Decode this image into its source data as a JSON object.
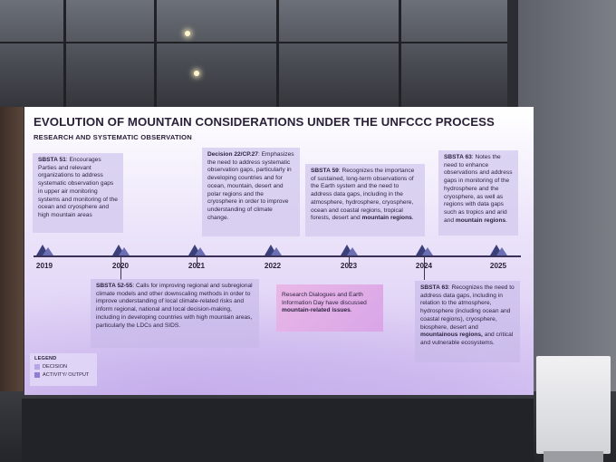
{
  "slide": {
    "title": "EVOLUTION OF MOUNTAIN CONSIDERATIONS UNDER THE UNFCCC PROCESS",
    "subtitle": "RESEARCH AND SYSTEMATIC OBSERVATION"
  },
  "years": [
    "2019",
    "2020",
    "2021",
    "2022",
    "2023",
    "2024",
    "2025"
  ],
  "top_cards": [
    {
      "label": "SBSTA 51",
      "text": ": Encourages Parties and relevant organizations to address systematic observation gaps in upper air monitoring systems and monitoring of the ocean and cryosphere and high mountain areas"
    },
    {
      "label": "Decision 22/CP.27",
      "text": ": Emphasizes the need to address systematic observation gaps, particularly in developing countries and for ocean, mountain, desert and polar regions and the cryosphere in order to improve understanding of climate change."
    },
    {
      "label": "SBSTA 59",
      "text": ": Recognizes the importance of sustained, long-term observations of the Earth system and the need to address data gaps, including in the atmosphere, hydrosphere, cryosphere, ocean and coastal regions, tropical forests, desert and ",
      "bold_tail": "mountain regions",
      "end": "."
    },
    {
      "label": "SBSTA 63",
      "text": ": Notes the need to enhance observations and address gaps in monitoring of the hydrosphere and the cryosphere, as well as regions with data gaps such as tropics and arid and ",
      "bold_tail": "mountain regions",
      "end": "."
    }
  ],
  "bottom_cards": [
    {
      "label": "SBSTA 52-55",
      "text": ": Calls for improving regional and subregional climate models and other downscaling methods in order to improve understanding of local climate-related risks and inform regional, national and local decision-making, including in developing countries with high mountain areas, particularly the LDCs and SIDS."
    },
    {
      "text": "Research Dialogues and Earth Information Day have discussed ",
      "bold_tail": "mountain-related issues",
      "end": "."
    },
    {
      "label": "SBSTA 63",
      "text": ": Recognizes the need to address data gaps, including in relation to the atmosphere, hydrosphere (including ocean and coastal regions), cryosphere, biosphere, desert and ",
      "bold_tail": "mountainous regions,",
      "end": " and critical and vulnerable ecosystems."
    }
  ],
  "legend": {
    "title": "LEGEND",
    "items": [
      {
        "label": "DECISION",
        "color": "#b7a6e6"
      },
      {
        "label": "ACTIVITY/ OUTPUT",
        "color": "#8f7fd0"
      }
    ]
  },
  "colors": {
    "accent": "#3b3f7a",
    "text": "#2a2038",
    "pink_card": "#e2aee7"
  }
}
